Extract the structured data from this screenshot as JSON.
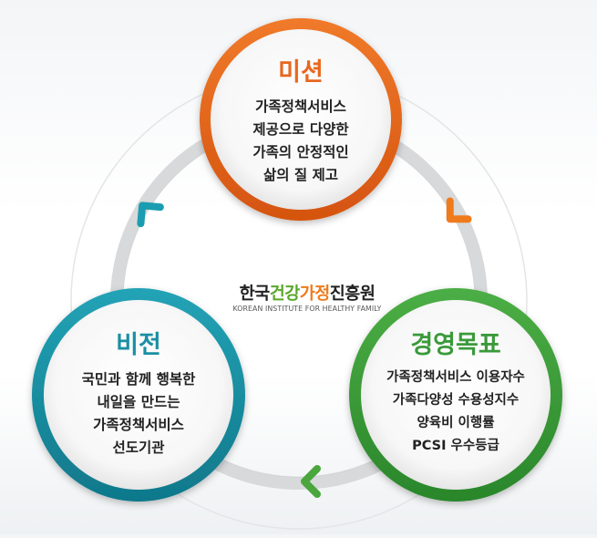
{
  "colors": {
    "mission": "#e8671e",
    "vision": "#1a8fa3",
    "goal": "#3a9a3a",
    "ring": "#d4d6d8",
    "logo_dark": "#222222",
    "logo_green": "#5aa72a",
    "logo_orange": "#ef7b1d"
  },
  "logo": {
    "part1": "한국",
    "part2": "건강",
    "part3": "가정",
    "part4": "진흥원",
    "english": "KOREAN INSTITUTE FOR HEALTHY FAMILY"
  },
  "mission": {
    "title": "미션",
    "lines": [
      "가족정책서비스",
      "제공으로 다양한",
      "가족의 안정적인",
      "삶의 질 제고"
    ]
  },
  "vision": {
    "title": "비전",
    "lines": [
      "국민과 함께 행복한",
      "내일을 만드는",
      "가족정책서비스",
      "선도기관"
    ]
  },
  "goal": {
    "title": "경영목표",
    "lines": [
      "가족정책서비스 이용자수",
      "가족다양성 수용성지수",
      "양육비 이행률",
      "PCSI 우수등급"
    ]
  },
  "icons": [
    "arrow-right-down-icon",
    "arrow-left-icon",
    "arrow-up-icon"
  ]
}
